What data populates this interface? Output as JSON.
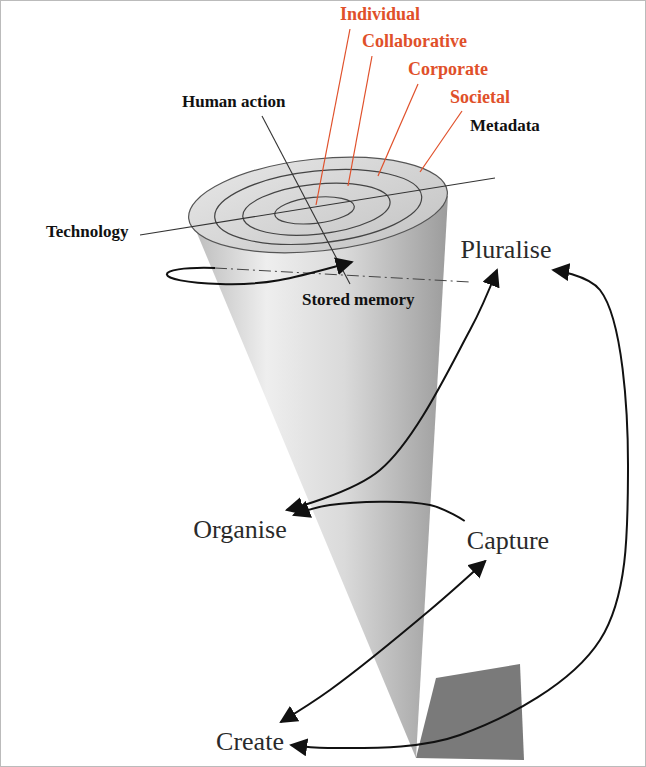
{
  "diagram": {
    "nodes": [
      {
        "text": [
          "Pluralise"
        ]
      },
      {
        "text": [
          "Organise"
        ]
      },
      {
        "text": [
          "Capture"
        ]
      },
      {
        "text": [
          "Create"
        ]
      }
    ],
    "edges": [
      {
        "from": 3,
        "to": 2,
        "arrow": "both"
      },
      {
        "from": 2,
        "to": 1,
        "arrow": "to"
      },
      {
        "from": 1,
        "to": 0,
        "arrow": "both"
      },
      {
        "from": 0,
        "to": 3,
        "arrow": "both"
      }
    ],
    "labels": [
      "Individual",
      "Collaborative",
      "Corporate",
      "Societal",
      "Human action",
      "Technology",
      "Metadata",
      "Stored memory"
    ]
  }
}
